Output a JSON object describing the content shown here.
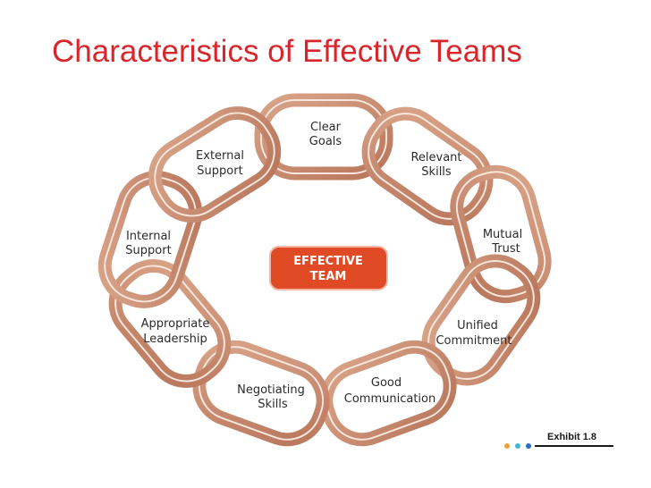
{
  "title": "Characteristics of Effective Teams",
  "center": {
    "line1": "EFFECTIVE",
    "line2": "TEAM"
  },
  "links": [
    {
      "line1": "Clear",
      "line2": "Goals"
    },
    {
      "line1": "Relevant",
      "line2": "Skills"
    },
    {
      "line1": "Mutual",
      "line2": "Trust"
    },
    {
      "line1": "Unified",
      "line2": "Commitment"
    },
    {
      "line1": "Good",
      "line2": "Communication"
    },
    {
      "line1": "Negotiating",
      "line2": "Skills"
    },
    {
      "line1": "Appropriate",
      "line2": "Leadership"
    },
    {
      "line1": "Internal",
      "line2": "Support"
    },
    {
      "line1": "External",
      "line2": "Support"
    }
  ],
  "exhibit": "Exhibit 1.8",
  "colors": {
    "title": "#d8262c",
    "link": "#c98a6e",
    "center": "#e04a25",
    "dots": [
      "#f0a030",
      "#40b8d8",
      "#2a6fb8"
    ]
  }
}
